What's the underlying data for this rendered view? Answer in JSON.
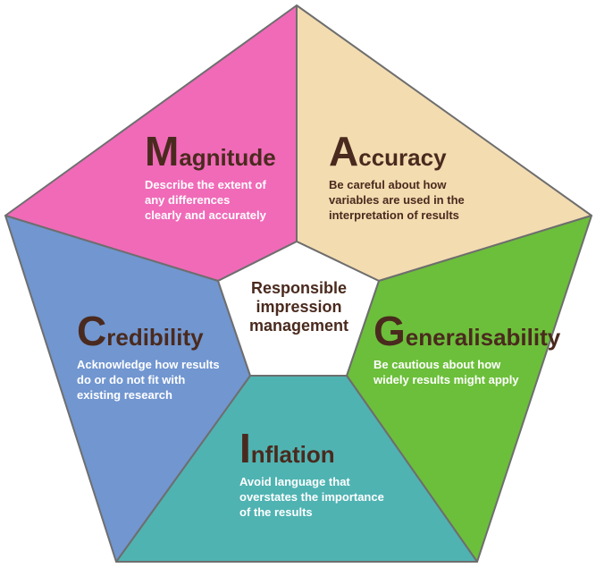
{
  "center": {
    "line1": "Responsible",
    "line2": "impression",
    "line3": "management"
  },
  "segments": {
    "magnitude": {
      "cap": "M",
      "rest": "agnitude",
      "desc": [
        "Describe the extent of",
        "any differences",
        "clearly and accurately"
      ],
      "color": "#f06ab8"
    },
    "accuracy": {
      "cap": "A",
      "rest": "ccuracy",
      "desc": [
        "Be careful about how",
        "variables are used in the",
        "interpretation of results"
      ],
      "color": "#f3dcb0"
    },
    "generalisability": {
      "cap": "G",
      "rest": "eneralisability",
      "desc": [
        "Be cautious about how",
        "widely results might apply"
      ],
      "color": "#6cbf3a"
    },
    "inflation": {
      "cap": "I",
      "rest": "nflation",
      "desc": [
        "Avoid language that",
        "overstates the importance",
        "of the results"
      ],
      "color": "#4fb3b2"
    },
    "credibility": {
      "cap": "C",
      "rest": "redibility",
      "desc": [
        "Acknowledge how results",
        "do or do not fit with",
        "existing research"
      ],
      "color": "#7196d0"
    }
  }
}
